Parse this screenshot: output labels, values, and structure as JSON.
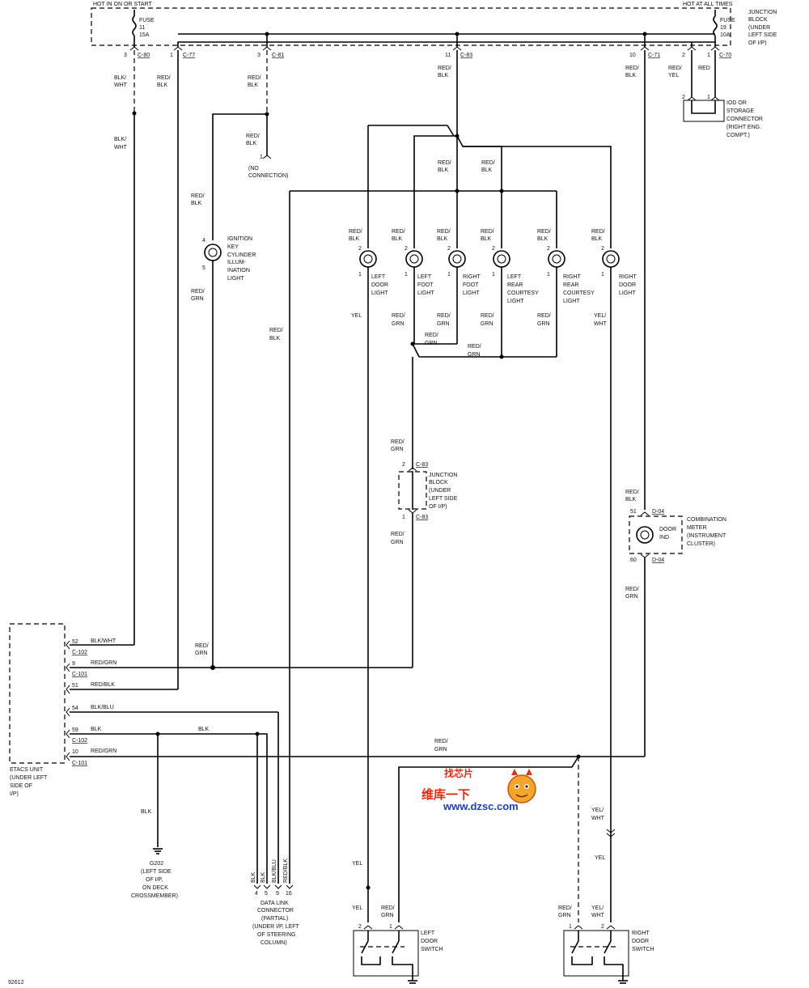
{
  "header": {
    "hot_on_start": "HOT IN ON OR START",
    "hot_all_times": "HOT AT ALL TIMES"
  },
  "fuse_left": {
    "title": "FUSE",
    "number": "11",
    "rating": "15A"
  },
  "fuse_right": {
    "title": "FUSE",
    "number": "19",
    "rating": "10A"
  },
  "junction_block_label": [
    "JUNCTION",
    "BLOCK",
    "(UNDER",
    "LEFT SIDE",
    "OF I/P)"
  ],
  "connectors_top": [
    {
      "pin": "3",
      "name": "C-80"
    },
    {
      "pin": "1",
      "name": "C-77"
    },
    {
      "pin": "3",
      "name": "C-81"
    },
    {
      "pin": "11",
      "name": "C-83"
    },
    {
      "pin": "10",
      "name": "C-71"
    },
    {
      "pin": "2",
      "name": ""
    },
    {
      "pin": "1",
      "name": "C-70"
    }
  ],
  "wires": {
    "blk_wht": "BLK/\nWHT",
    "red_blk": "RED/\nBLK",
    "red_yel": "RED/\nYEL",
    "red": "RED",
    "red_grn": "RED/\nGRN",
    "yel": "YEL",
    "yel_wht": "YEL/\nWHT",
    "blk": "BLK"
  },
  "no_connection": [
    "(NO",
    "CONNECTION)"
  ],
  "iod_connector": [
    "IOD OR",
    "STORAGE",
    "CONNECTOR",
    "(RIGHT ENG.",
    "COMPT.)"
  ],
  "ignition_light": [
    "IGNITION",
    "KEY",
    "CYLINDER",
    "ILLUM-",
    "INATION",
    "LIGHT"
  ],
  "lights": [
    {
      "label": [
        "LEFT",
        "DOOR",
        "LIGHT"
      ]
    },
    {
      "label": [
        "LEFT",
        "FOOT",
        "LIGHT"
      ]
    },
    {
      "label": [
        "RIGHT",
        "FOOT",
        "LIGHT"
      ]
    },
    {
      "label": [
        "LEFT",
        "REAR",
        "COURTESY",
        "LIGHT"
      ]
    },
    {
      "label": [
        "RIGHT",
        "REAR",
        "COURTESY",
        "LIGHT"
      ]
    },
    {
      "label": [
        "RIGHT",
        "DOOR",
        "LIGHT"
      ]
    }
  ],
  "junction_block_mid": {
    "label": [
      "JUNCTION",
      "BLOCK",
      "(UNDER",
      "LEFT SIDE",
      "OF I/P)"
    ],
    "top_pin": "2",
    "top_conn": "C-83",
    "bottom_pin": "1",
    "bottom_conn": "C-83"
  },
  "combination_meter": {
    "label": [
      "COMBINATION",
      "METER",
      "(INSTRUMENT",
      "CLUSTER)"
    ],
    "indicator": [
      "DOOR",
      "IND"
    ],
    "top_pin": "51",
    "top_conn": "D-04",
    "bottom_pin": "60",
    "bottom_conn": "D-04"
  },
  "etacs": {
    "label": [
      "ETACS UNIT",
      "(UNDER LEFT",
      "SIDE OF",
      "I/P)"
    ],
    "pins": [
      {
        "pin": "52",
        "wire": "BLK/WHT",
        "conn": "C-102"
      },
      {
        "pin": "9",
        "wire": "RED/GRN",
        "conn": "C-101"
      },
      {
        "pin": "51",
        "wire": "RED/BLK",
        "conn": ""
      },
      {
        "pin": "54",
        "wire": "BLK/BLU",
        "conn": ""
      },
      {
        "pin": "59",
        "wire": "BLK",
        "conn": "C-102"
      },
      {
        "pin": "10",
        "wire": "RED/GRN",
        "conn": "C-101"
      }
    ]
  },
  "ground": {
    "name": "G202",
    "label": [
      "(LEFT SIDE",
      "OF I/P,",
      "ON DECK",
      "CROSSMEMBER)"
    ]
  },
  "data_link": {
    "wires": [
      "BLK",
      "BLK",
      "BLK/BLU",
      "RED/BLK"
    ],
    "pins": [
      "4",
      "5",
      "9",
      "16"
    ],
    "label": [
      "DATA LINK",
      "CONNECTOR",
      "(PARTIAL)",
      "(UNDER I/P, LEFT",
      "OF STEERING",
      "COLUMN)"
    ]
  },
  "left_door_switch": {
    "label": [
      "LEFT",
      "DOOR",
      "SWITCH"
    ],
    "pins": [
      "2",
      "1"
    ]
  },
  "right_door_switch": {
    "label": [
      "RIGHT",
      "DOOR",
      "SWITCH"
    ],
    "pins": [
      "1",
      "2"
    ]
  },
  "watermark": {
    "brand": "维库一下",
    "url": "www.dzsc.com",
    "tag": "找芯片"
  },
  "figure_id": "92612",
  "colors": {
    "line": "#000000",
    "watermark_red": "#e8280e",
    "watermark_blue": "#1f3fb0"
  }
}
